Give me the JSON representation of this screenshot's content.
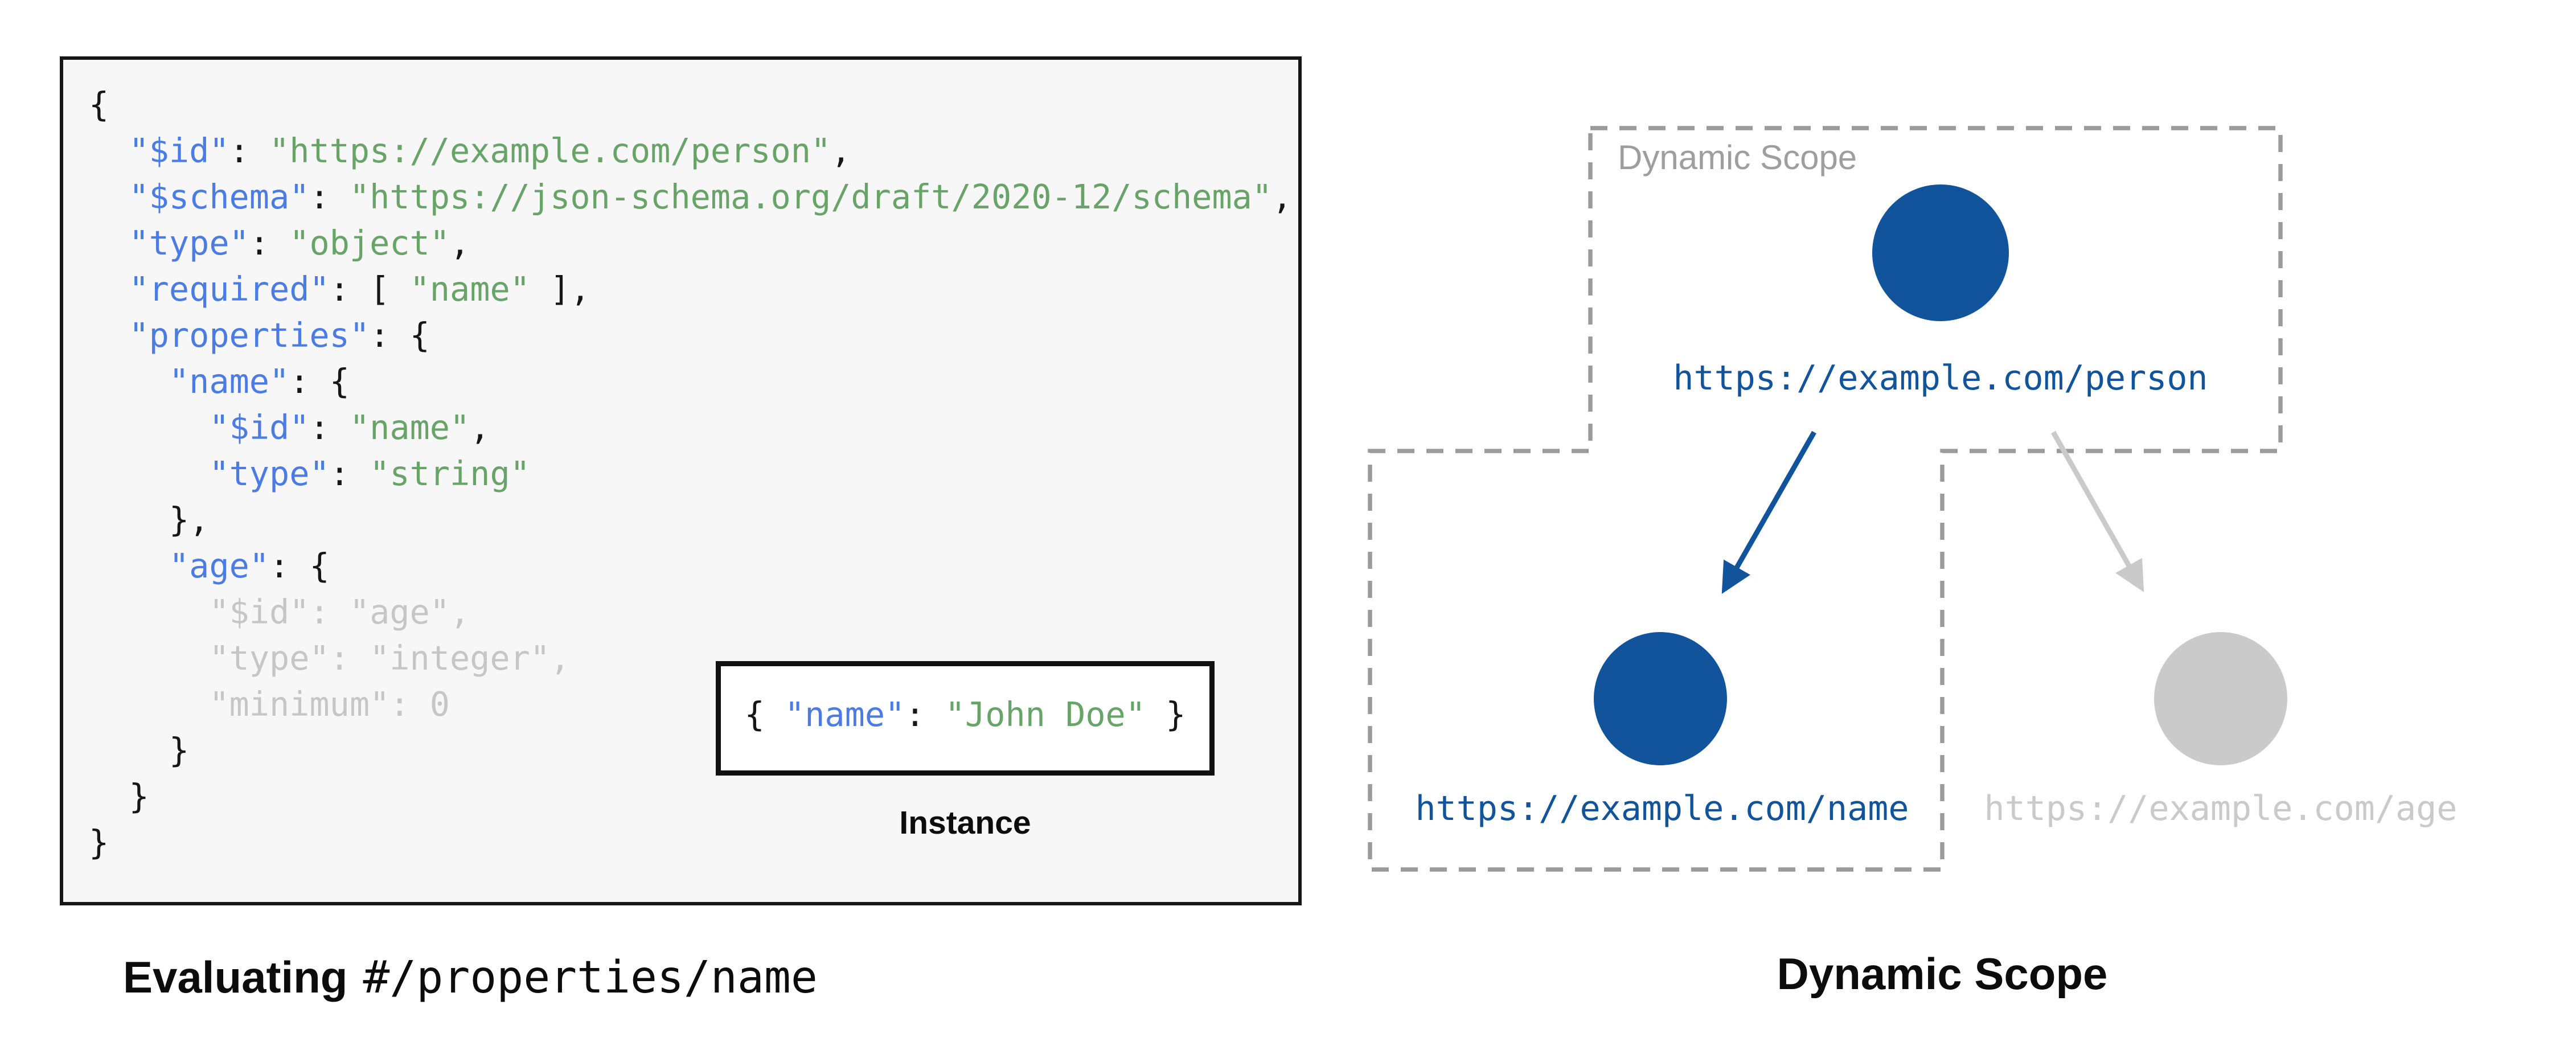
{
  "schema_panel": {
    "code_lines": [
      [
        {
          "t": "{",
          "c": "p"
        }
      ],
      [
        {
          "t": "  ",
          "c": "p"
        },
        {
          "t": "\"$id\"",
          "c": "k"
        },
        {
          "t": ": ",
          "c": "p"
        },
        {
          "t": "\"https://example.com/person\"",
          "c": "s"
        },
        {
          "t": ",",
          "c": "p"
        }
      ],
      [
        {
          "t": "  ",
          "c": "p"
        },
        {
          "t": "\"$schema\"",
          "c": "k"
        },
        {
          "t": ": ",
          "c": "p"
        },
        {
          "t": "\"https://json-schema.org/draft/2020-12/schema\"",
          "c": "s"
        },
        {
          "t": ",",
          "c": "p"
        }
      ],
      [
        {
          "t": "  ",
          "c": "p"
        },
        {
          "t": "\"type\"",
          "c": "k"
        },
        {
          "t": ": ",
          "c": "p"
        },
        {
          "t": "\"object\"",
          "c": "s"
        },
        {
          "t": ",",
          "c": "p"
        }
      ],
      [
        {
          "t": "  ",
          "c": "p"
        },
        {
          "t": "\"required\"",
          "c": "k"
        },
        {
          "t": ": [ ",
          "c": "p"
        },
        {
          "t": "\"name\"",
          "c": "s"
        },
        {
          "t": " ],",
          "c": "p"
        }
      ],
      [
        {
          "t": "  ",
          "c": "p"
        },
        {
          "t": "\"properties\"",
          "c": "k"
        },
        {
          "t": ": {",
          "c": "p"
        }
      ],
      [
        {
          "t": "    ",
          "c": "p"
        },
        {
          "t": "\"name\"",
          "c": "k"
        },
        {
          "t": ": {",
          "c": "p"
        }
      ],
      [
        {
          "t": "      ",
          "c": "p"
        },
        {
          "t": "\"$id\"",
          "c": "k"
        },
        {
          "t": ": ",
          "c": "p"
        },
        {
          "t": "\"name\"",
          "c": "s"
        },
        {
          "t": ",",
          "c": "p"
        }
      ],
      [
        {
          "t": "      ",
          "c": "p"
        },
        {
          "t": "\"type\"",
          "c": "k"
        },
        {
          "t": ": ",
          "c": "p"
        },
        {
          "t": "\"string\"",
          "c": "s"
        }
      ],
      [
        {
          "t": "    },",
          "c": "p"
        }
      ],
      [
        {
          "t": "    ",
          "c": "p"
        },
        {
          "t": "\"age\"",
          "c": "k"
        },
        {
          "t": ": {",
          "c": "p"
        }
      ],
      [
        {
          "t": "      \"$id\": \"age\",",
          "c": "m"
        }
      ],
      [
        {
          "t": "      \"type\": \"integer\",",
          "c": "m"
        }
      ],
      [
        {
          "t": "      \"minimum\": 0",
          "c": "m"
        }
      ],
      [
        {
          "t": "    }",
          "c": "p"
        }
      ],
      [
        {
          "t": "  }",
          "c": "p"
        }
      ],
      [
        {
          "t": "}",
          "c": "p"
        }
      ]
    ],
    "instance": {
      "tokens": [
        {
          "t": "{ ",
          "c": "p"
        },
        {
          "t": "\"name\"",
          "c": "k"
        },
        {
          "t": ": ",
          "c": "p"
        },
        {
          "t": "\"John Doe\"",
          "c": "s"
        },
        {
          "t": " }",
          "c": "p"
        }
      ],
      "label": "Instance"
    },
    "caption": {
      "prefix": "Evaluating",
      "pointer": "#/properties/name"
    }
  },
  "diagram": {
    "scope_label": "Dynamic Scope",
    "caption": "Dynamic Scope",
    "nodes": [
      {
        "id": "person",
        "url": "https://example.com/person",
        "state": "in-scope"
      },
      {
        "id": "name",
        "url": "https://example.com/name",
        "state": "in-scope"
      },
      {
        "id": "age",
        "url": "https://example.com/age",
        "state": "out-of-scope"
      }
    ],
    "edges": [
      {
        "from": "person",
        "to": "name",
        "state": "in-scope"
      },
      {
        "from": "person",
        "to": "age",
        "state": "out-of-scope"
      }
    ]
  },
  "colors": {
    "key_blue": "#4b7ce4",
    "string_green": "#68a468",
    "punct_black": "#161616",
    "muted_gray": "#c6c6c6",
    "node_blue": "#11549c",
    "node_gray": "#cacaca",
    "dash_gray": "#9b9b9b",
    "scope_label_gray": "#9e9e9e",
    "panel_bg": "#f7f7f8"
  }
}
